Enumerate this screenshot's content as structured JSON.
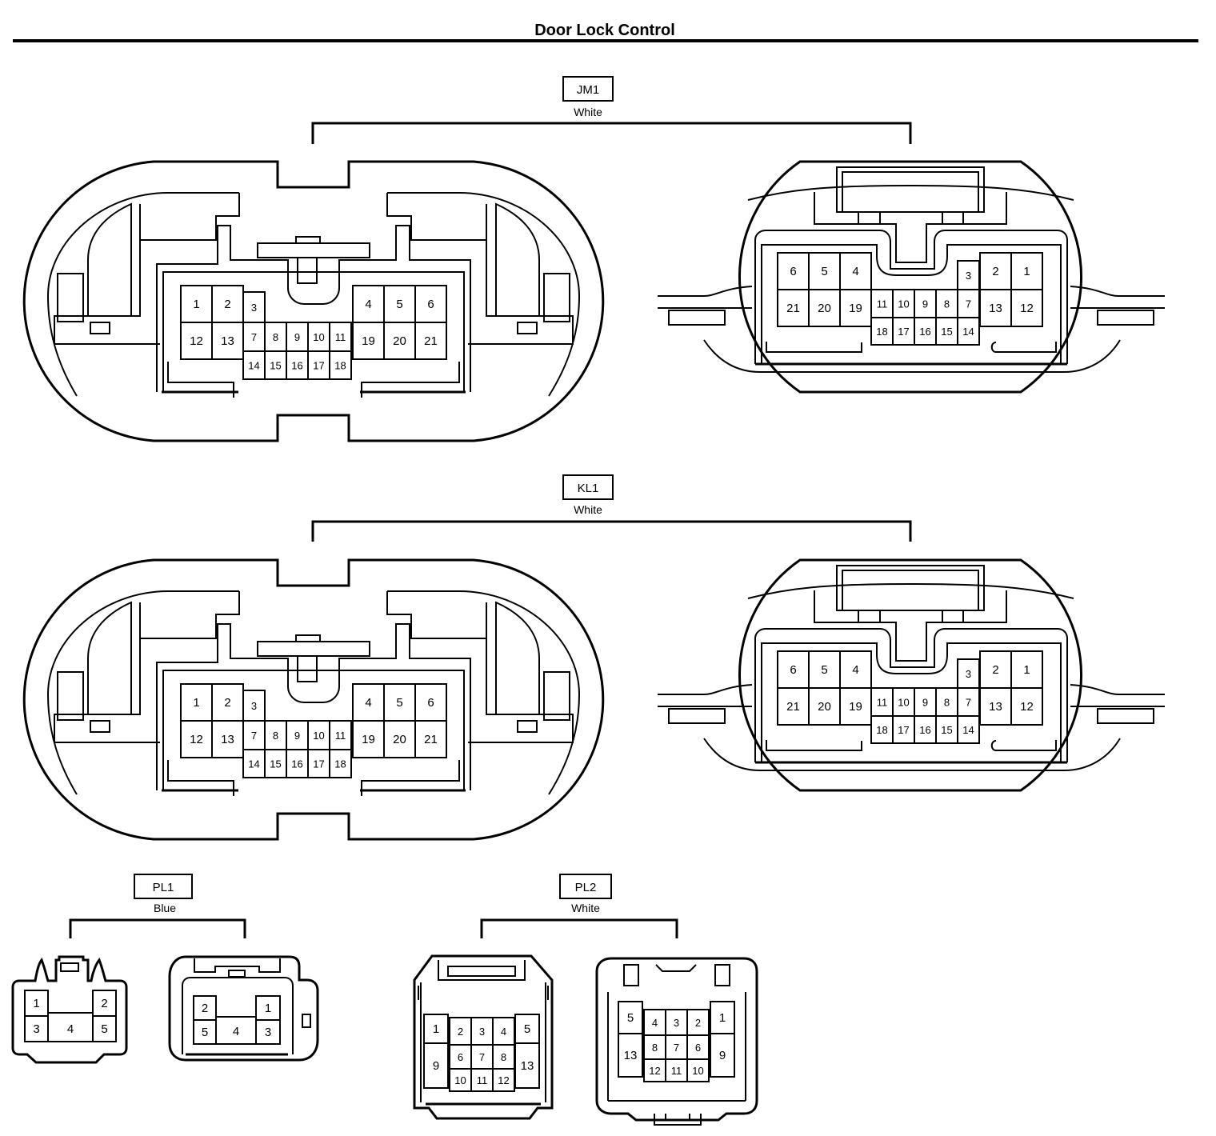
{
  "title": "Door Lock Control",
  "connectors": {
    "jm1": {
      "code": "JM1",
      "color": "White"
    },
    "kl1": {
      "code": "KL1",
      "color": "White"
    },
    "pl1": {
      "code": "PL1",
      "color": "Blue"
    },
    "pl2": {
      "code": "PL2",
      "color": "White"
    }
  }
}
